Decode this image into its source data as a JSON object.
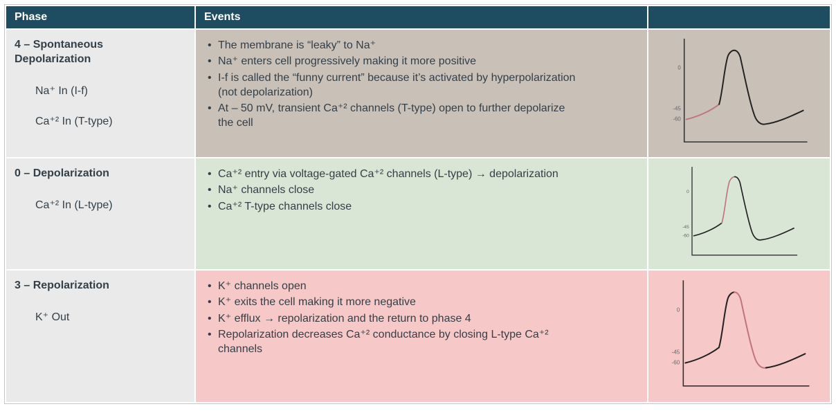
{
  "header": {
    "phase": "Phase",
    "events": "Events",
    "graph": ""
  },
  "rows": [
    {
      "phase_title": "4 – Spontaneous Depolarization",
      "phase_lines": [
        "Na⁺ In (I-f)",
        "Ca⁺² In (T-type)"
      ],
      "events": [
        "The membrane is “leaky” to Na⁺",
        "Na⁺ enters cell progressively making it more positive",
        "I-f is called the “funny current” because it’s activated by hyperpolarization (not depolarization)",
        "At – 50 mV, transient Ca⁺² channels (T-type) open to further depolarize the cell"
      ],
      "bg": "#c9c0b8",
      "highlighted_phase": "phase-4-spontaneous-depolarization"
    },
    {
      "phase_title": "0 – Depolarization",
      "phase_lines": [
        "Ca⁺² In (L-type)"
      ],
      "events": [
        "Ca⁺² entry via voltage-gated Ca⁺² channels (L-type) → depolarization",
        "Na⁺ channels close",
        "Ca⁺² T-type channels close"
      ],
      "bg": "#d9e6d6",
      "highlighted_phase": "phase-0-depolarization"
    },
    {
      "phase_title": "3 – Repolarization",
      "phase_lines": [
        "K⁺ Out"
      ],
      "events": [
        "K⁺ channels open",
        "K⁺ exits the cell making it more negative",
        "K⁺ efflux → repolarization and the return to phase 4",
        "Repolarization decreases Ca⁺² conductance by closing L-type Ca⁺² channels"
      ],
      "bg": "#f6c8c8",
      "highlighted_phase": "phase-3-repolarization"
    }
  ],
  "graph": {
    "y_axis_labels": [
      "0",
      "-45",
      "-60"
    ],
    "line_color": "#222222",
    "highlight_color": "#c0767c"
  },
  "colors": {
    "header_bg": "#1e4d62",
    "header_text": "#ffffff",
    "phase_col_bg": "#eaeaea",
    "body_text": "#333f48"
  }
}
